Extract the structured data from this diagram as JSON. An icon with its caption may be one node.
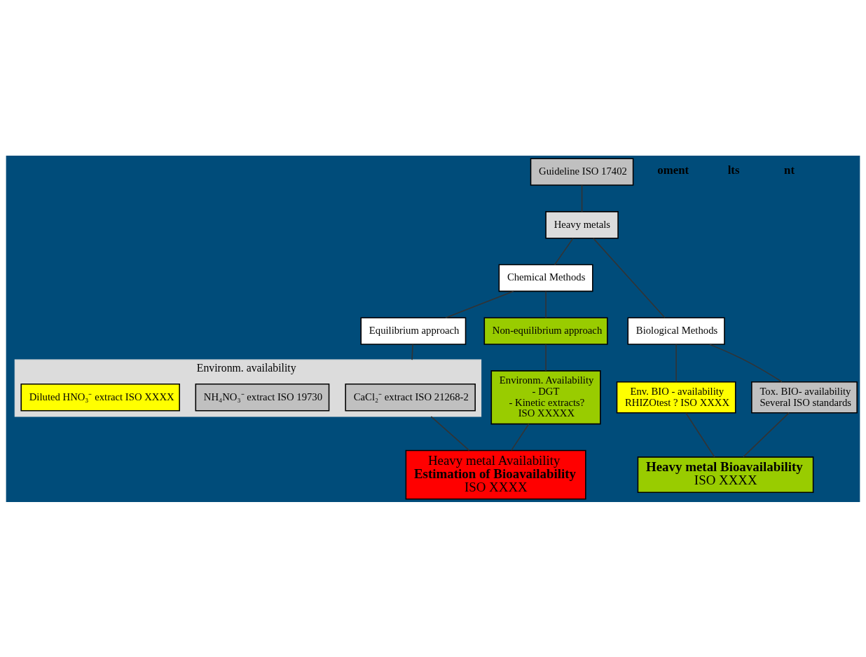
{
  "diagram": {
    "nodes": [
      {
        "text": [
          "Guideline ISO 17402"
        ]
      },
      {
        "text": [
          "Heavy metals"
        ]
      },
      {
        "text": [
          "Chemical Methods"
        ]
      },
      {
        "text": [
          "Biological Methods"
        ]
      },
      {
        "text": [
          "Equilibrium approach"
        ]
      },
      {
        "text": [
          "Non-equilibrium approach"
        ]
      },
      {
        "text": [
          "Environm. availability"
        ]
      },
      {
        "text": [
          "CaCl₂⁻ extract ISO 21268-2"
        ],
        "in": 6
      },
      {
        "text": [
          "NH₄NO₃⁻ extract ISO 19730"
        ],
        "in": 6
      },
      {
        "text": [
          "Diluted HNO₃⁻ extract ISO XXXX"
        ],
        "in": 6
      },
      {
        "text": [
          "Environm. Availability",
          "- DGT",
          "- Kinetic extracts?",
          "ISO XXXXX"
        ]
      },
      {
        "text": [
          "Env. BIO - availability",
          "RHIZOtest ? ISO XXXX"
        ]
      },
      {
        "text": [
          "Tox. BIO- availability",
          "Several ISO standards"
        ]
      },
      {
        "text": [
          "Heavy metal Availability",
          "Estimation of Bioavailability",
          "ISO XXXX"
        ]
      },
      {
        "text": [
          "Heavy metal Bioavailability",
          "ISO XXXX"
        ]
      }
    ],
    "edges": [
      {
        "from": 0,
        "to": 1,
        "arrow": "none"
      },
      {
        "from": 1,
        "to": 2,
        "arrow": "none"
      },
      {
        "from": 1,
        "to": 3,
        "arrow": "none"
      },
      {
        "from": 2,
        "to": 4,
        "arrow": "none"
      },
      {
        "from": 2,
        "to": 5,
        "arrow": "none"
      },
      {
        "from": 4,
        "to": 6,
        "arrow": "none"
      },
      {
        "from": 5,
        "to": 10,
        "arrow": "none"
      },
      {
        "from": 3,
        "to": 11,
        "arrow": "none"
      },
      {
        "from": 3,
        "to": 12,
        "arrow": "none"
      },
      {
        "from": 6,
        "to": 13,
        "arrow": "none"
      },
      {
        "from": 10,
        "to": 13,
        "arrow": "none"
      },
      {
        "from": 11,
        "to": 14,
        "arrow": "none"
      },
      {
        "from": 12,
        "to": 14,
        "arrow": "none"
      }
    ],
    "labels": [
      "oment",
      "lts",
      "nt"
    ]
  }
}
